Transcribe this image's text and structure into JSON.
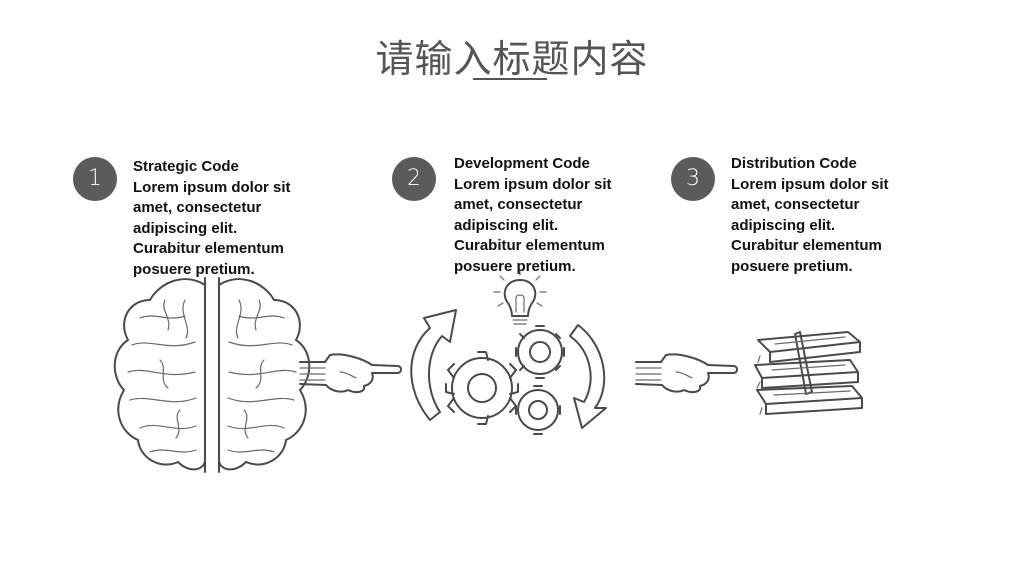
{
  "slide": {
    "title": "请输入标题内容",
    "steps": [
      {
        "number": "1",
        "heading": "Strategic Code",
        "body": "Lorem ipsum dolor sit amet, consectetur adipiscing elit. Curabitur elementum posuere pretium.",
        "icon": "brain-icon"
      },
      {
        "number": "2",
        "heading": "Development Code",
        "body": "Lorem ipsum dolor sit amet, consectetur adipiscing elit. Curabitur elementum posuere pretium.",
        "icon": "gears-cycle-icon"
      },
      {
        "number": "3",
        "heading": "Distribution Code",
        "body": "Lorem ipsum dolor sit amet, consectetur adipiscing elit. Curabitur elementum posuere pretium.",
        "icon": "money-stack-icon"
      }
    ],
    "connectors": [
      "pointing-hand-icon",
      "pointing-hand-icon",
      "lightbulb-icon"
    ],
    "colors": {
      "title": "#555555",
      "badge": "#5b5b5b",
      "text": "#111111",
      "sketch": "#4a4a4a"
    }
  }
}
